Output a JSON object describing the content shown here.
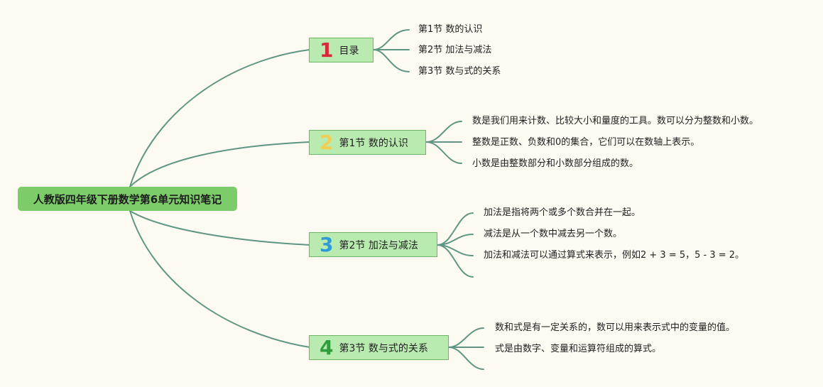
{
  "root": {
    "title": "人教版四年级下册数学第6单元知识笔记"
  },
  "colors": {
    "background": "#fdfbf1",
    "connector": "#5e9683",
    "root_fill": "#7dcc6a",
    "branch_fill": "#b9ebb1",
    "branch_border": "#6fb566"
  },
  "branches": [
    {
      "number": "1",
      "number_color": "#d8283a",
      "label": "目录",
      "items": [
        "第1节 数的认识",
        "第2节 加法与减法",
        "第3节 数与式的关系"
      ]
    },
    {
      "number": "2",
      "number_color": "#f1cf54",
      "label": "第1节 数的认识",
      "items": [
        "数是我们用来计数、比较大小和量度的工具。数可以分为整数和小数。",
        "整数是正数、负数和0的集合，它们可以在数轴上表示。",
        "小数是由整数部分和小数部分组成的数。"
      ]
    },
    {
      "number": "3",
      "number_color": "#2f9bd6",
      "label": "第2节 加法与减法",
      "items": [
        "加法是指将两个或多个数合并在一起。",
        "减法是从一个数中减去另一个数。",
        "加法和减法可以通过算式来表示，例如2 + 3 = 5，5 - 3 = 2。",
        ""
      ]
    },
    {
      "number": "4",
      "number_color": "#2e9e3c",
      "label": "第3节 数与式的关系",
      "items": [
        "数和式是有一定关系的，数可以用来表示式中的变量的值。",
        "式是由数字、变量和运算符组成的算式。",
        ""
      ]
    }
  ]
}
